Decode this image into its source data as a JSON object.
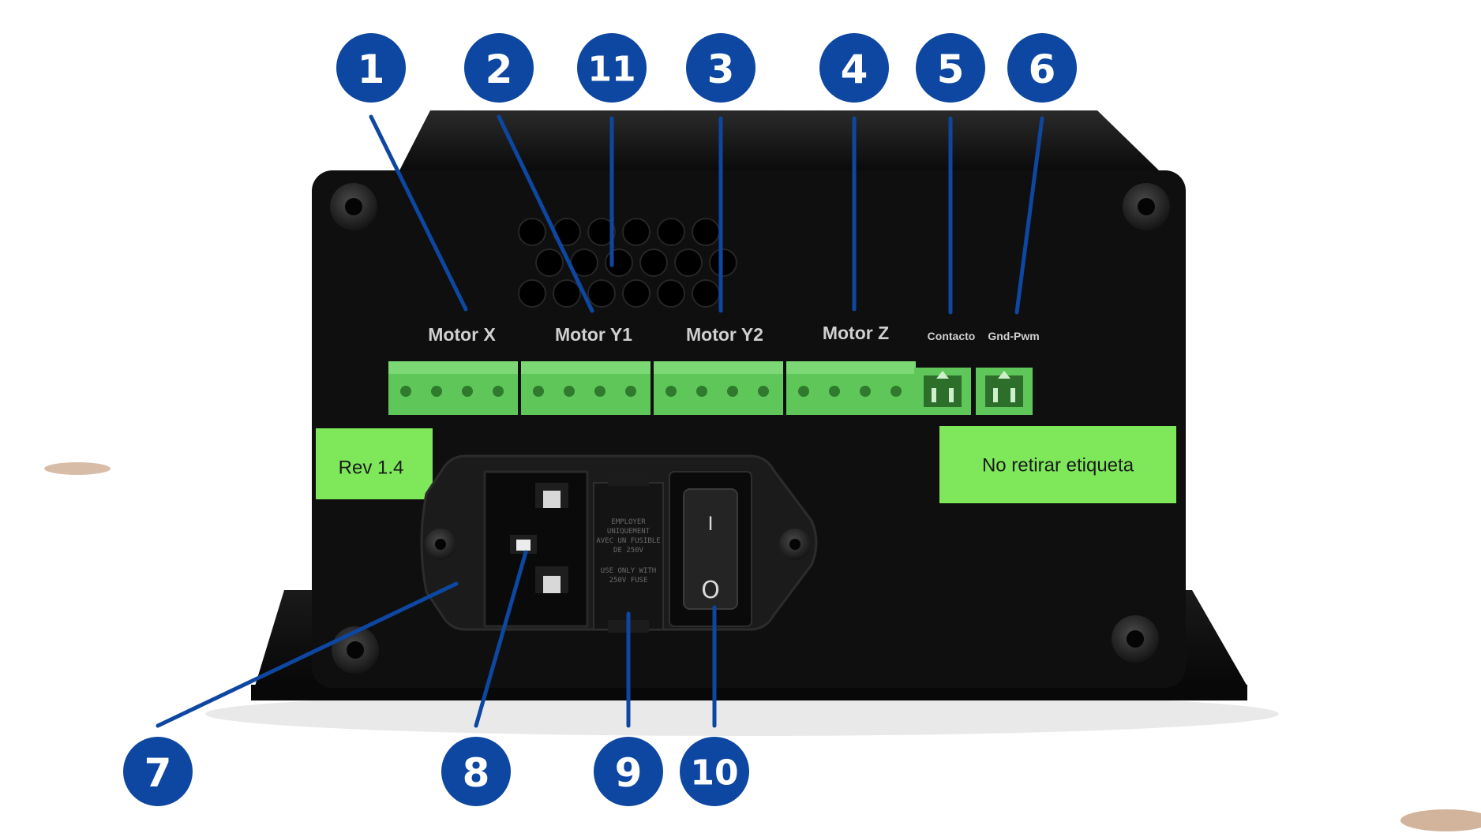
{
  "colors": {
    "callout_fill": "#0d47a1",
    "callout_line": "#0d47a1",
    "enclosure": "#0e0e0e",
    "terminal_green": "#5fc75a",
    "sticker_green": "#7ee85a"
  },
  "connectors": {
    "motor_x": "Motor X",
    "motor_y1": "Motor Y1",
    "motor_y2": "Motor Y2",
    "motor_z": "Motor Z",
    "contacto": "Contacto",
    "gnd_pwm": "Gnd-Pwm"
  },
  "stickers": {
    "revision": "Rev 1.4",
    "warning": "No retirar etiqueta"
  },
  "switch_marks": {
    "on": "I",
    "off": "O"
  },
  "fuse_text": {
    "line1": "EMPLOYER",
    "line2": "UNIQUEMENT",
    "line3": "AVEC UN FUSIBLE",
    "line4": "DE 250V",
    "line5": "USE ONLY WITH",
    "line6": "250V FUSE"
  },
  "callouts": {
    "c1": "1",
    "c2": "2",
    "c3": "3",
    "c4": "4",
    "c5": "5",
    "c6": "6",
    "c7": "7",
    "c8": "8",
    "c9": "9",
    "c10": "10",
    "c11": "11"
  }
}
